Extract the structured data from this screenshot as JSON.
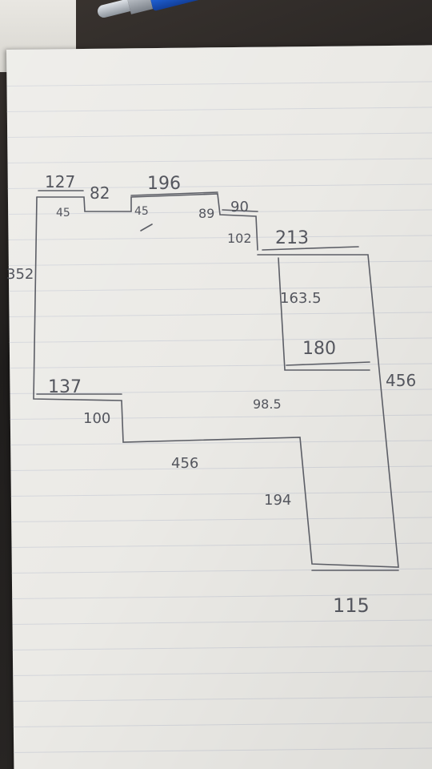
{
  "measurements": {
    "top_left": "127",
    "top_step": "82",
    "top_mid": "196",
    "top_right": "90",
    "left_height": "352",
    "step_45a": "45",
    "step_45b": "45",
    "step_89": "89",
    "drop_102": "102",
    "top_213": "213",
    "inner_163": "163.5",
    "inner_180": "180",
    "right_456": "456",
    "bottom_137": "137",
    "drop_100": "100",
    "bottom_456": "456",
    "drop_98": "98.5",
    "right_194": "194",
    "bottom_115": "115"
  },
  "colors": {
    "ink": "#5c5e66",
    "pen_blue": "#1e5ed0"
  }
}
